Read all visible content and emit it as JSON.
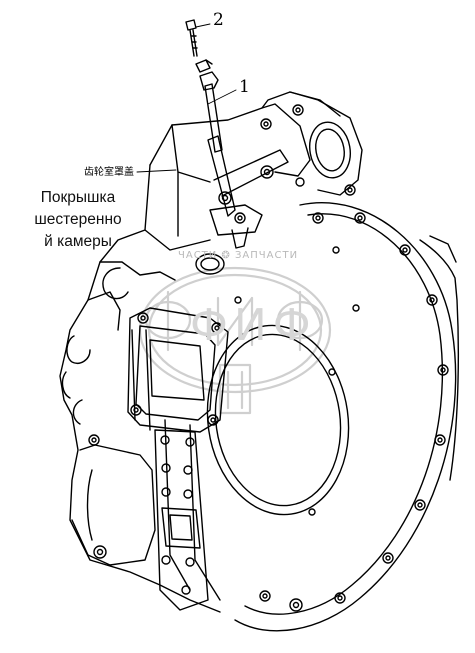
{
  "callouts": {
    "part_1": "1",
    "part_2": "2"
  },
  "labels": {
    "chinese_name": "齿轮室罩盖",
    "russian_name_lines": [
      "Покрышка",
      "шестеренно",
      "й камеры"
    ]
  },
  "watermark": {
    "logo_letters": "ФИФ",
    "tagline": "ЧАСТИ  ❂  ЗАПЧАСТИ"
  },
  "colors": {
    "line": "#000000",
    "background": "#ffffff",
    "watermark": "#c8c8c8"
  }
}
